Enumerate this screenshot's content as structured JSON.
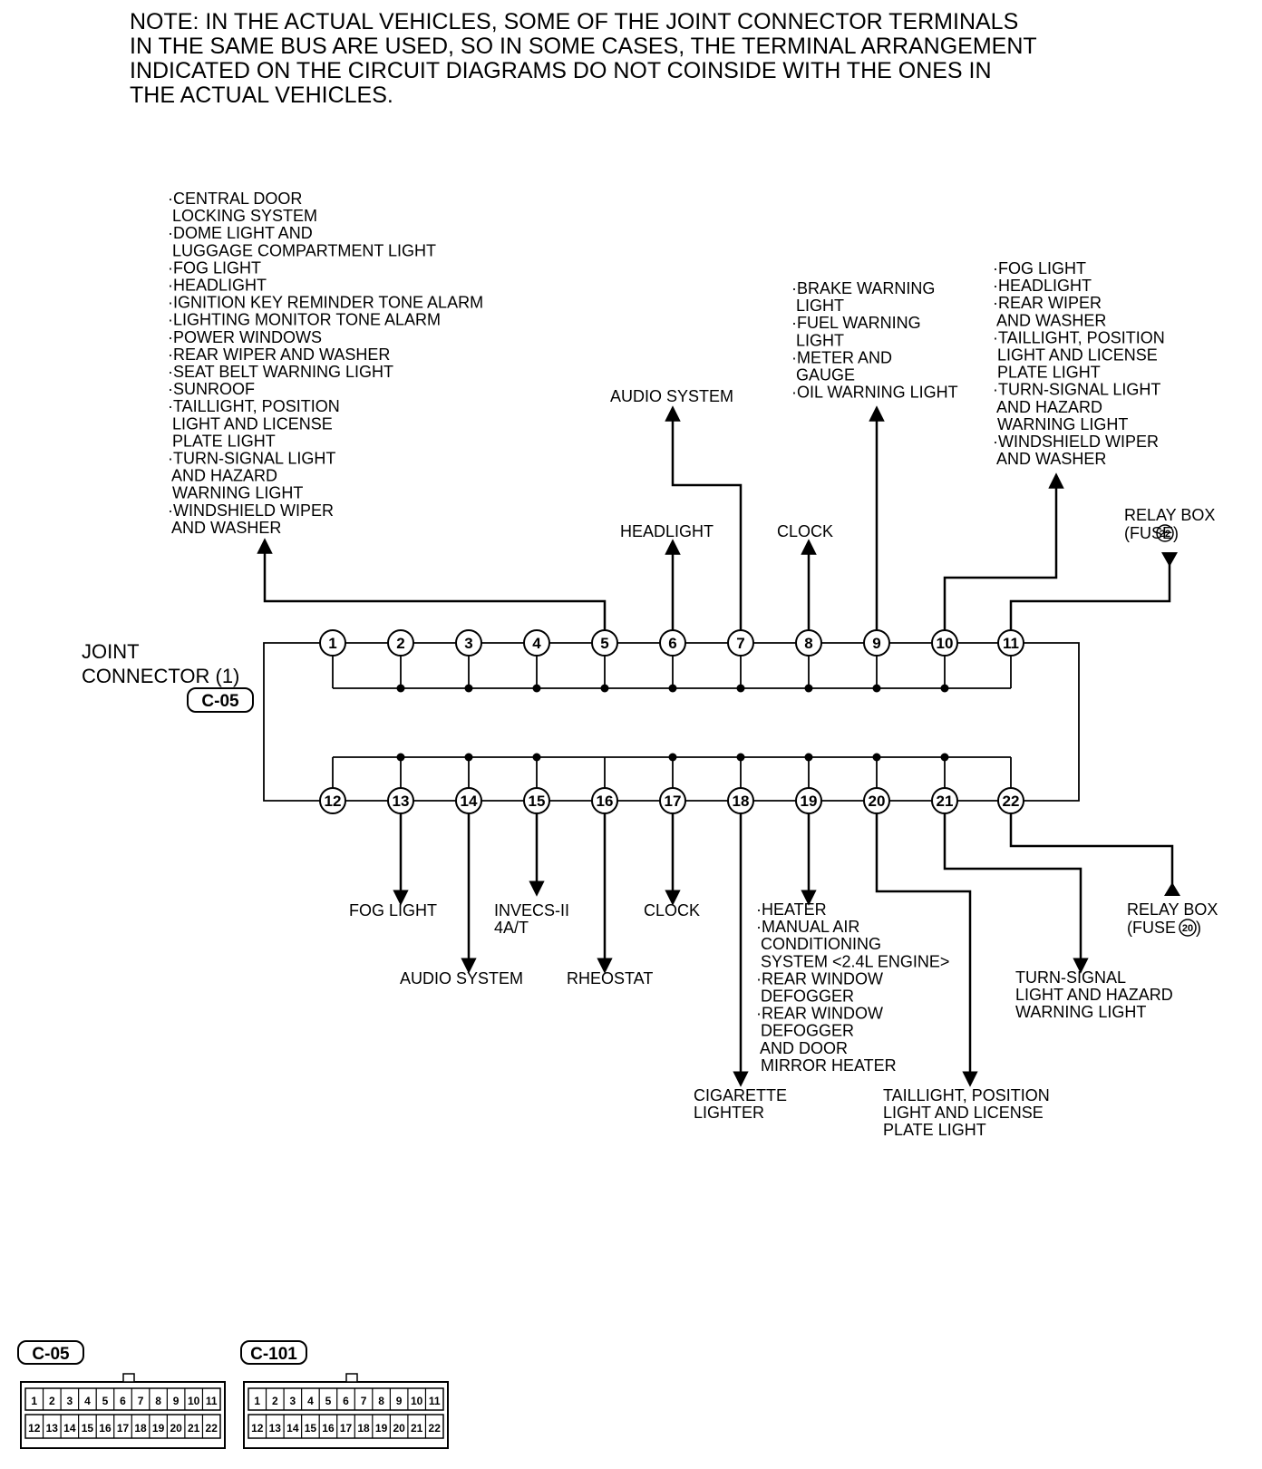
{
  "note": [
    "NOTE: IN THE ACTUAL VEHICLES, SOME OF THE JOINT CONNECTOR TERMINALS",
    "IN THE SAME BUS ARE USED, SO IN SOME CASES, THE TERMINAL ARRANGEMENT",
    "INDICATED ON THE CIRCUIT DIAGRAMS DO NOT COINSIDE WITH THE ONES IN",
    "THE ACTUAL VEHICLES."
  ],
  "connector": {
    "title": [
      "JOINT",
      "CONNECTOR (1)"
    ],
    "code": "C-05"
  },
  "top_pins": [
    "1",
    "2",
    "3",
    "4",
    "5",
    "6",
    "7",
    "8",
    "9",
    "10",
    "11"
  ],
  "bottom_pins": [
    "12",
    "13",
    "14",
    "15",
    "16",
    "17",
    "18",
    "19",
    "20",
    "21",
    "22"
  ],
  "labels": {
    "pin5": [
      "·CENTRAL DOOR",
      " LOCKING SYSTEM",
      "·DOME LIGHT AND",
      " LUGGAGE COMPARTMENT LIGHT",
      "·FOG LIGHT",
      "·HEADLIGHT",
      "·IGNITION KEY REMINDER TONE ALARM",
      "·LIGHTING MONITOR TONE ALARM",
      "·POWER WINDOWS",
      "·REAR WIPER AND WASHER",
      "·SEAT BELT WARNING LIGHT",
      "·SUNROOF",
      "·TAILLIGHT, POSITION",
      " LIGHT AND LICENSE",
      " PLATE LIGHT",
      "·TURN-SIGNAL LIGHT",
      " AND HAZARD",
      " WARNING LIGHT",
      "·WINDSHIELD WIPER",
      " AND WASHER"
    ],
    "pin6": [
      "HEADLIGHT"
    ],
    "pin7": [
      "AUDIO SYSTEM"
    ],
    "pin8": [
      "CLOCK"
    ],
    "pin9": [
      "·BRAKE WARNING",
      " LIGHT",
      "·FUEL WARNING",
      " LIGHT",
      "·METER AND",
      " GAUGE",
      "·OIL WARNING LIGHT"
    ],
    "pin10": [
      "·FOG LIGHT",
      "·HEADLIGHT",
      "·REAR WIPER",
      " AND WASHER",
      "·TAILLIGHT, POSITION",
      " LIGHT AND LICENSE",
      " PLATE LIGHT",
      "·TURN-SIGNAL LIGHT",
      " AND HAZARD",
      " WARNING LIGHT",
      "·WINDSHIELD WIPER",
      " AND WASHER"
    ],
    "pin11": {
      "line1": "RELAY BOX",
      "fuse_prefix": "(FUSE",
      "fuse_num": "22",
      "fuse_suffix": ")"
    },
    "pin13": [
      "FOG LIGHT"
    ],
    "pin14": [
      "AUDIO SYSTEM"
    ],
    "pin15": [
      "INVECS-II",
      "4A/T"
    ],
    "pin16": [
      "RHEOSTAT"
    ],
    "pin17": [
      "CLOCK"
    ],
    "pin18": [
      "CIGARETTE",
      "LIGHTER"
    ],
    "pin19": [
      "·HEATER",
      "·MANUAL AIR",
      " CONDITIONING",
      " SYSTEM <2.4L ENGINE>",
      "·REAR WINDOW",
      " DEFOGGER",
      "·REAR WINDOW",
      " DEFOGGER",
      " AND DOOR",
      " MIRROR HEATER"
    ],
    "pin20": [
      "TAILLIGHT, POSITION",
      "LIGHT AND LICENSE",
      "PLATE LIGHT"
    ],
    "pin21": [
      "TURN-SIGNAL",
      "LIGHT AND HAZARD",
      "WARNING LIGHT"
    ],
    "pin22": {
      "line1": "RELAY BOX",
      "fuse_prefix": "(FUSE",
      "fuse_num": "20",
      "fuse_suffix": ")"
    }
  },
  "connector_views": [
    {
      "code": "C-05",
      "top_row": [
        "1",
        "2",
        "3",
        "4",
        "5",
        "6",
        "7",
        "8",
        "9",
        "10",
        "11"
      ],
      "bottom_row": [
        "12",
        "13",
        "14",
        "15",
        "16",
        "17",
        "18",
        "19",
        "20",
        "21",
        "22"
      ]
    },
    {
      "code": "C-101",
      "top_row": [
        "1",
        "2",
        "3",
        "4",
        "5",
        "6",
        "7",
        "8",
        "9",
        "10",
        "11"
      ],
      "bottom_row": [
        "12",
        "13",
        "14",
        "15",
        "16",
        "17",
        "18",
        "19",
        "20",
        "21",
        "22"
      ]
    }
  ]
}
